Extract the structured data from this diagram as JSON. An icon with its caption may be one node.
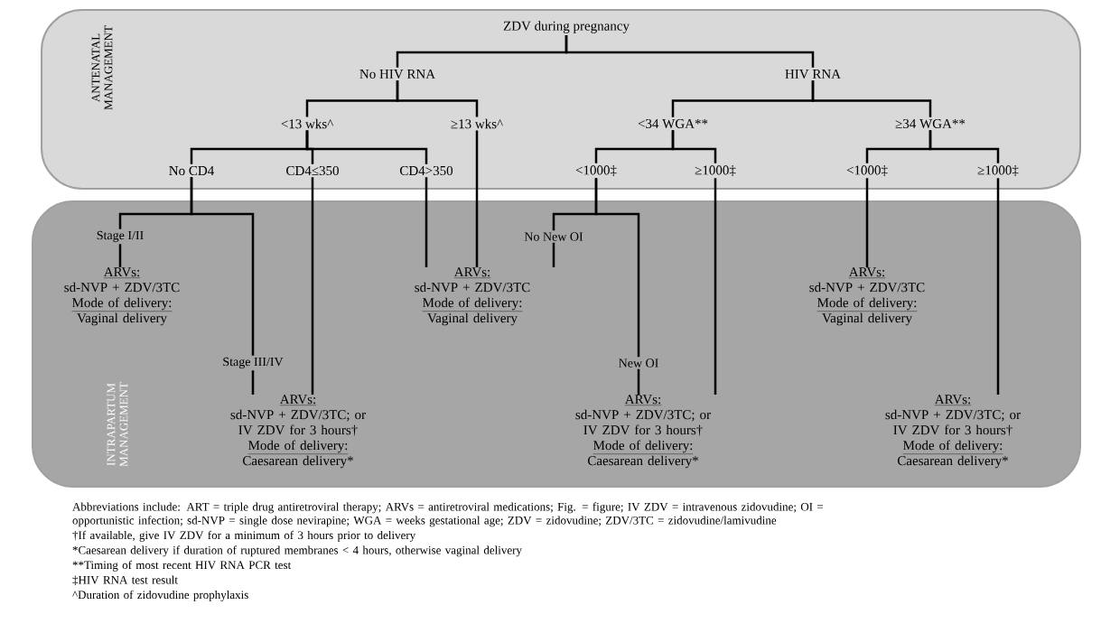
{
  "diagram": {
    "nodes": [
      {
        "text": [
          "ANTENATAL MANAGEMENT"
        ]
      },
      {
        "text": [
          "ZDV during pregnancy"
        ],
        "in": 0
      },
      {
        "text": [
          "No HIV RNA"
        ],
        "in": 0
      },
      {
        "text": [
          "HIV RNA"
        ],
        "in": 0
      },
      {
        "text": [
          "<13 wks^"
        ],
        "in": 0
      },
      {
        "text": [
          "≥13 wks^"
        ],
        "in": 0
      },
      {
        "text": [
          "<34 WGA**"
        ],
        "in": 0
      },
      {
        "text": [
          "≥34 WGA**"
        ],
        "in": 0
      },
      {
        "text": [
          "No CD4"
        ],
        "in": 0
      },
      {
        "text": [
          "CD4≤350"
        ],
        "in": 0
      },
      {
        "text": [
          "CD4>350"
        ],
        "in": 0
      },
      {
        "text": [
          "<1000‡"
        ],
        "in": 0
      },
      {
        "text": [
          "≥1000‡"
        ],
        "in": 0
      },
      {
        "text": [
          "<1000‡"
        ],
        "in": 0
      },
      {
        "text": [
          "≥1000‡"
        ],
        "in": 0
      },
      {
        "text": [
          "INTRAPARTUM MANAGEMENT"
        ]
      },
      {
        "text": [
          "ARVs:",
          "sd-NVP + ZDV/3TC",
          "Mode of delivery:",
          "Vaginal delivery"
        ],
        "in": 15
      },
      {
        "text": [
          "ARVs:",
          "sd-NVP + ZDV/3TC",
          "Mode of delivery:",
          "Vaginal delivery"
        ],
        "in": 15
      },
      {
        "text": [
          "ARVs:",
          "sd-NVP + ZDV/3TC",
          "Mode of delivery:",
          "Vaginal delivery"
        ],
        "in": 15
      },
      {
        "text": [
          "ARVs:",
          "sd-NVP + ZDV/3TC; or IV ZDV for 3 hours†",
          "Mode of delivery:",
          "Caesarean delivery*"
        ],
        "in": 15
      },
      {
        "text": [
          "ARVs:",
          "sd-NVP + ZDV/3TC; or IV ZDV for 3 hours†",
          "Mode of delivery:",
          "Caesarean delivery*"
        ],
        "in": 15
      },
      {
        "text": [
          "ARVs:",
          "sd-NVP + ZDV/3TC; or IV ZDV for 3 hours†",
          "Mode of delivery:",
          "Caesarean delivery*"
        ],
        "in": 15
      }
    ],
    "edges": [
      {
        "from": 1,
        "to": 2,
        "arrow": "none"
      },
      {
        "from": 1,
        "to": 3,
        "arrow": "none"
      },
      {
        "from": 2,
        "to": 4,
        "arrow": "none"
      },
      {
        "from": 2,
        "to": 5,
        "arrow": "none"
      },
      {
        "from": 3,
        "to": 6,
        "arrow": "none"
      },
      {
        "from": 3,
        "to": 7,
        "arrow": "none"
      },
      {
        "from": 4,
        "to": 8,
        "arrow": "none"
      },
      {
        "from": 4,
        "to": 9,
        "arrow": "none"
      },
      {
        "from": 4,
        "to": 10,
        "arrow": "none"
      },
      {
        "from": 6,
        "to": 11,
        "arrow": "none"
      },
      {
        "from": 6,
        "to": 12,
        "arrow": "none"
      },
      {
        "from": 7,
        "to": 13,
        "arrow": "none"
      },
      {
        "from": 7,
        "to": 14,
        "arrow": "none"
      },
      {
        "from": 8,
        "to": 16,
        "arrow": "none",
        "label": "Stage I/II"
      },
      {
        "from": 8,
        "to": 19,
        "arrow": "none",
        "label": "Stage III/IV"
      },
      {
        "from": 9,
        "to": 19,
        "arrow": "none"
      },
      {
        "from": 10,
        "to": 17,
        "arrow": "none"
      },
      {
        "from": 5,
        "to": 17,
        "arrow": "none"
      },
      {
        "from": 11,
        "to": 17,
        "arrow": "none",
        "label": "No New OI"
      },
      {
        "from": 11,
        "to": 20,
        "arrow": "none",
        "label": "New OI"
      },
      {
        "from": 12,
        "to": 20,
        "arrow": "none"
      },
      {
        "from": 13,
        "to": 18,
        "arrow": "none"
      },
      {
        "from": 14,
        "to": 21,
        "arrow": "none"
      }
    ],
    "labels": [
      "Abbreviations include: ART = triple drug antiretroviral therapy; ARVs = antiretroviral medications; Fig. = figure; IV ZDV = intravenous zidovudine; OI = opportunistic infection; sd-NVP = single dose nevirapine; WGA = weeks gestational age; ZDV = zidovudine; ZDV/3TC = zidovudine/lamivudine",
      "†If available, give IV ZDV for a minimum of 3 hours prior to delivery",
      "*Caesarean delivery if duration of ruptured membranes < 4 hours, otherwise vaginal delivery",
      "**Timing of most recent HIV RNA PCR test",
      "‡HIV RNA test result",
      "^Duration of zidovudine prophylaxis"
    ]
  }
}
